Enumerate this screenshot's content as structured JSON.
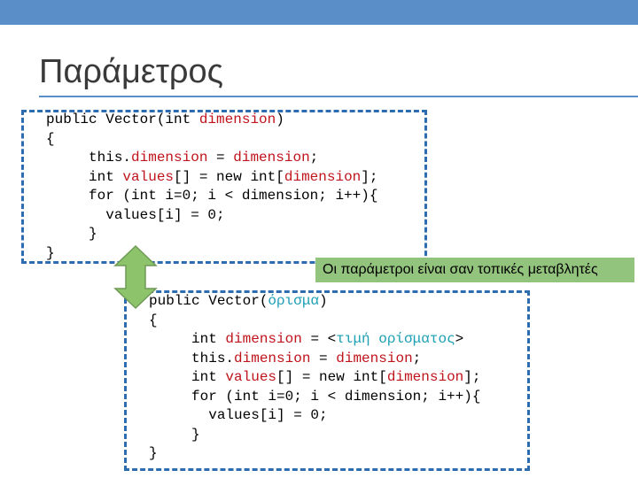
{
  "slide": {
    "title": "Παράμετρος"
  },
  "code_block_1": {
    "lines": [
      [
        {
          "t": "public Vector(int ",
          "c": "plain"
        },
        {
          "t": "dimension",
          "c": "kw-red"
        },
        {
          "t": ")",
          "c": "plain"
        }
      ],
      [
        {
          "t": "{",
          "c": "plain"
        }
      ],
      [
        {
          "t": "     this.",
          "c": "plain"
        },
        {
          "t": "dimension",
          "c": "kw-red"
        },
        {
          "t": " = ",
          "c": "plain"
        },
        {
          "t": "dimension",
          "c": "kw-red"
        },
        {
          "t": ";",
          "c": "plain"
        }
      ],
      [
        {
          "t": "     int ",
          "c": "plain"
        },
        {
          "t": "values",
          "c": "kw-red"
        },
        {
          "t": "[] = new int[",
          "c": "plain"
        },
        {
          "t": "dimension",
          "c": "kw-red"
        },
        {
          "t": "];",
          "c": "plain"
        }
      ],
      [
        {
          "t": "     for (int i=0; i < dimension; i++){",
          "c": "plain"
        }
      ],
      [
        {
          "t": "       values[i] = 0;",
          "c": "plain"
        }
      ],
      [
        {
          "t": "     }",
          "c": "plain"
        }
      ],
      [
        {
          "t": "}",
          "c": "plain"
        }
      ]
    ]
  },
  "callout": {
    "text": "Οι παράμετροι είναι σαν τοπικές μεταβλητές"
  },
  "code_block_2": {
    "lines": [
      [
        {
          "t": "public Vector(",
          "c": "plain"
        },
        {
          "t": "όρισμα",
          "c": "kw-greek"
        },
        {
          "t": ")",
          "c": "plain"
        }
      ],
      [
        {
          "t": "{",
          "c": "plain"
        }
      ],
      [
        {
          "t": "     int ",
          "c": "plain"
        },
        {
          "t": "dimension",
          "c": "kw-red"
        },
        {
          "t": " = <",
          "c": "plain"
        },
        {
          "t": "τιμή ορίσματος",
          "c": "kw-greek"
        },
        {
          "t": ">",
          "c": "plain"
        }
      ],
      [
        {
          "t": "     this.",
          "c": "plain"
        },
        {
          "t": "dimension",
          "c": "kw-red"
        },
        {
          "t": " = ",
          "c": "plain"
        },
        {
          "t": "dimension",
          "c": "kw-red"
        },
        {
          "t": ";",
          "c": "plain"
        }
      ],
      [
        {
          "t": "     int ",
          "c": "plain"
        },
        {
          "t": "values",
          "c": "kw-red"
        },
        {
          "t": "[] = new int[",
          "c": "plain"
        },
        {
          "t": "dimension",
          "c": "kw-red"
        },
        {
          "t": "];",
          "c": "plain"
        }
      ],
      [
        {
          "t": "     for (int i=0; i < dimension; i++){",
          "c": "plain"
        }
      ],
      [
        {
          "t": "       values[i] = 0;",
          "c": "plain"
        }
      ],
      [
        {
          "t": "     }",
          "c": "plain"
        }
      ],
      [
        {
          "t": "}",
          "c": "plain"
        }
      ]
    ]
  },
  "colors": {
    "accent": "#5a8ec9",
    "box_border": "#2e6cb0",
    "callout_bg": "#93c47d",
    "arrow_fill": "#8dc46b",
    "keyword_red": "#c0141c",
    "keyword_greek": "#1ea0b4"
  },
  "icons": {
    "arrow": "double-headed-vertical-arrow-icon"
  }
}
